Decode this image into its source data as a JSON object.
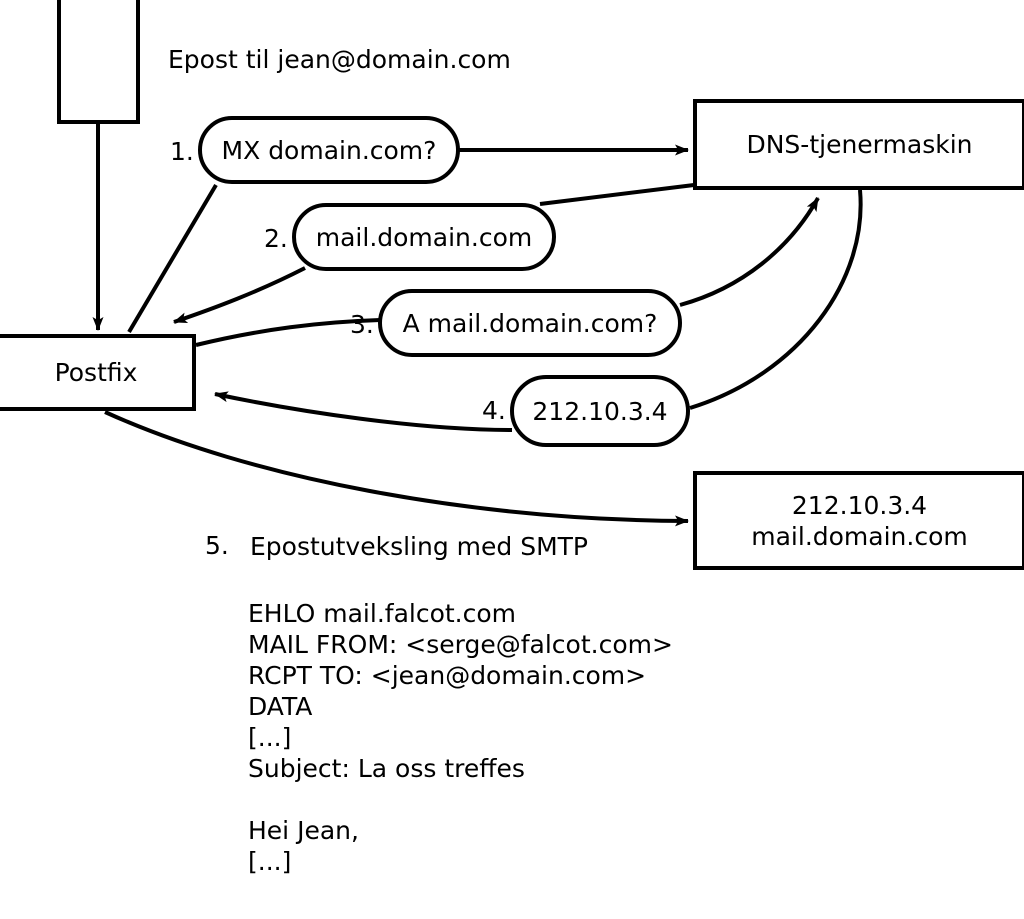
{
  "diagram": {
    "title_text": "Epost til jean@domain.com",
    "nodes": {
      "client": {
        "label": ""
      },
      "postfix": {
        "label": "Postfix"
      },
      "dns_server": {
        "label": "DNS-tjenermaskin"
      },
      "mail_server": {
        "line1": "212.10.3.4",
        "line2": "mail.domain.com"
      }
    },
    "steps": [
      {
        "num": "1.",
        "label": "MX domain.com?"
      },
      {
        "num": "2.",
        "label": "mail.domain.com"
      },
      {
        "num": "3.",
        "label": "A mail.domain.com?"
      },
      {
        "num": "4.",
        "label": "212.10.3.4"
      }
    ],
    "step5": {
      "num": "5.",
      "label": "Epostutveksling med SMTP"
    },
    "smtp_transcript": [
      "EHLO mail.falcot.com",
      "MAIL FROM: <serge@falcot.com>",
      "RCPT TO: <jean@domain.com>",
      "DATA",
      "[...]",
      "Subject: La oss treffes",
      "",
      "Hei Jean,",
      "[...]",
      "",
      "."
    ],
    "colors": {
      "stroke": "#000000",
      "fill": "#ffffff",
      "text": "#000000"
    }
  }
}
